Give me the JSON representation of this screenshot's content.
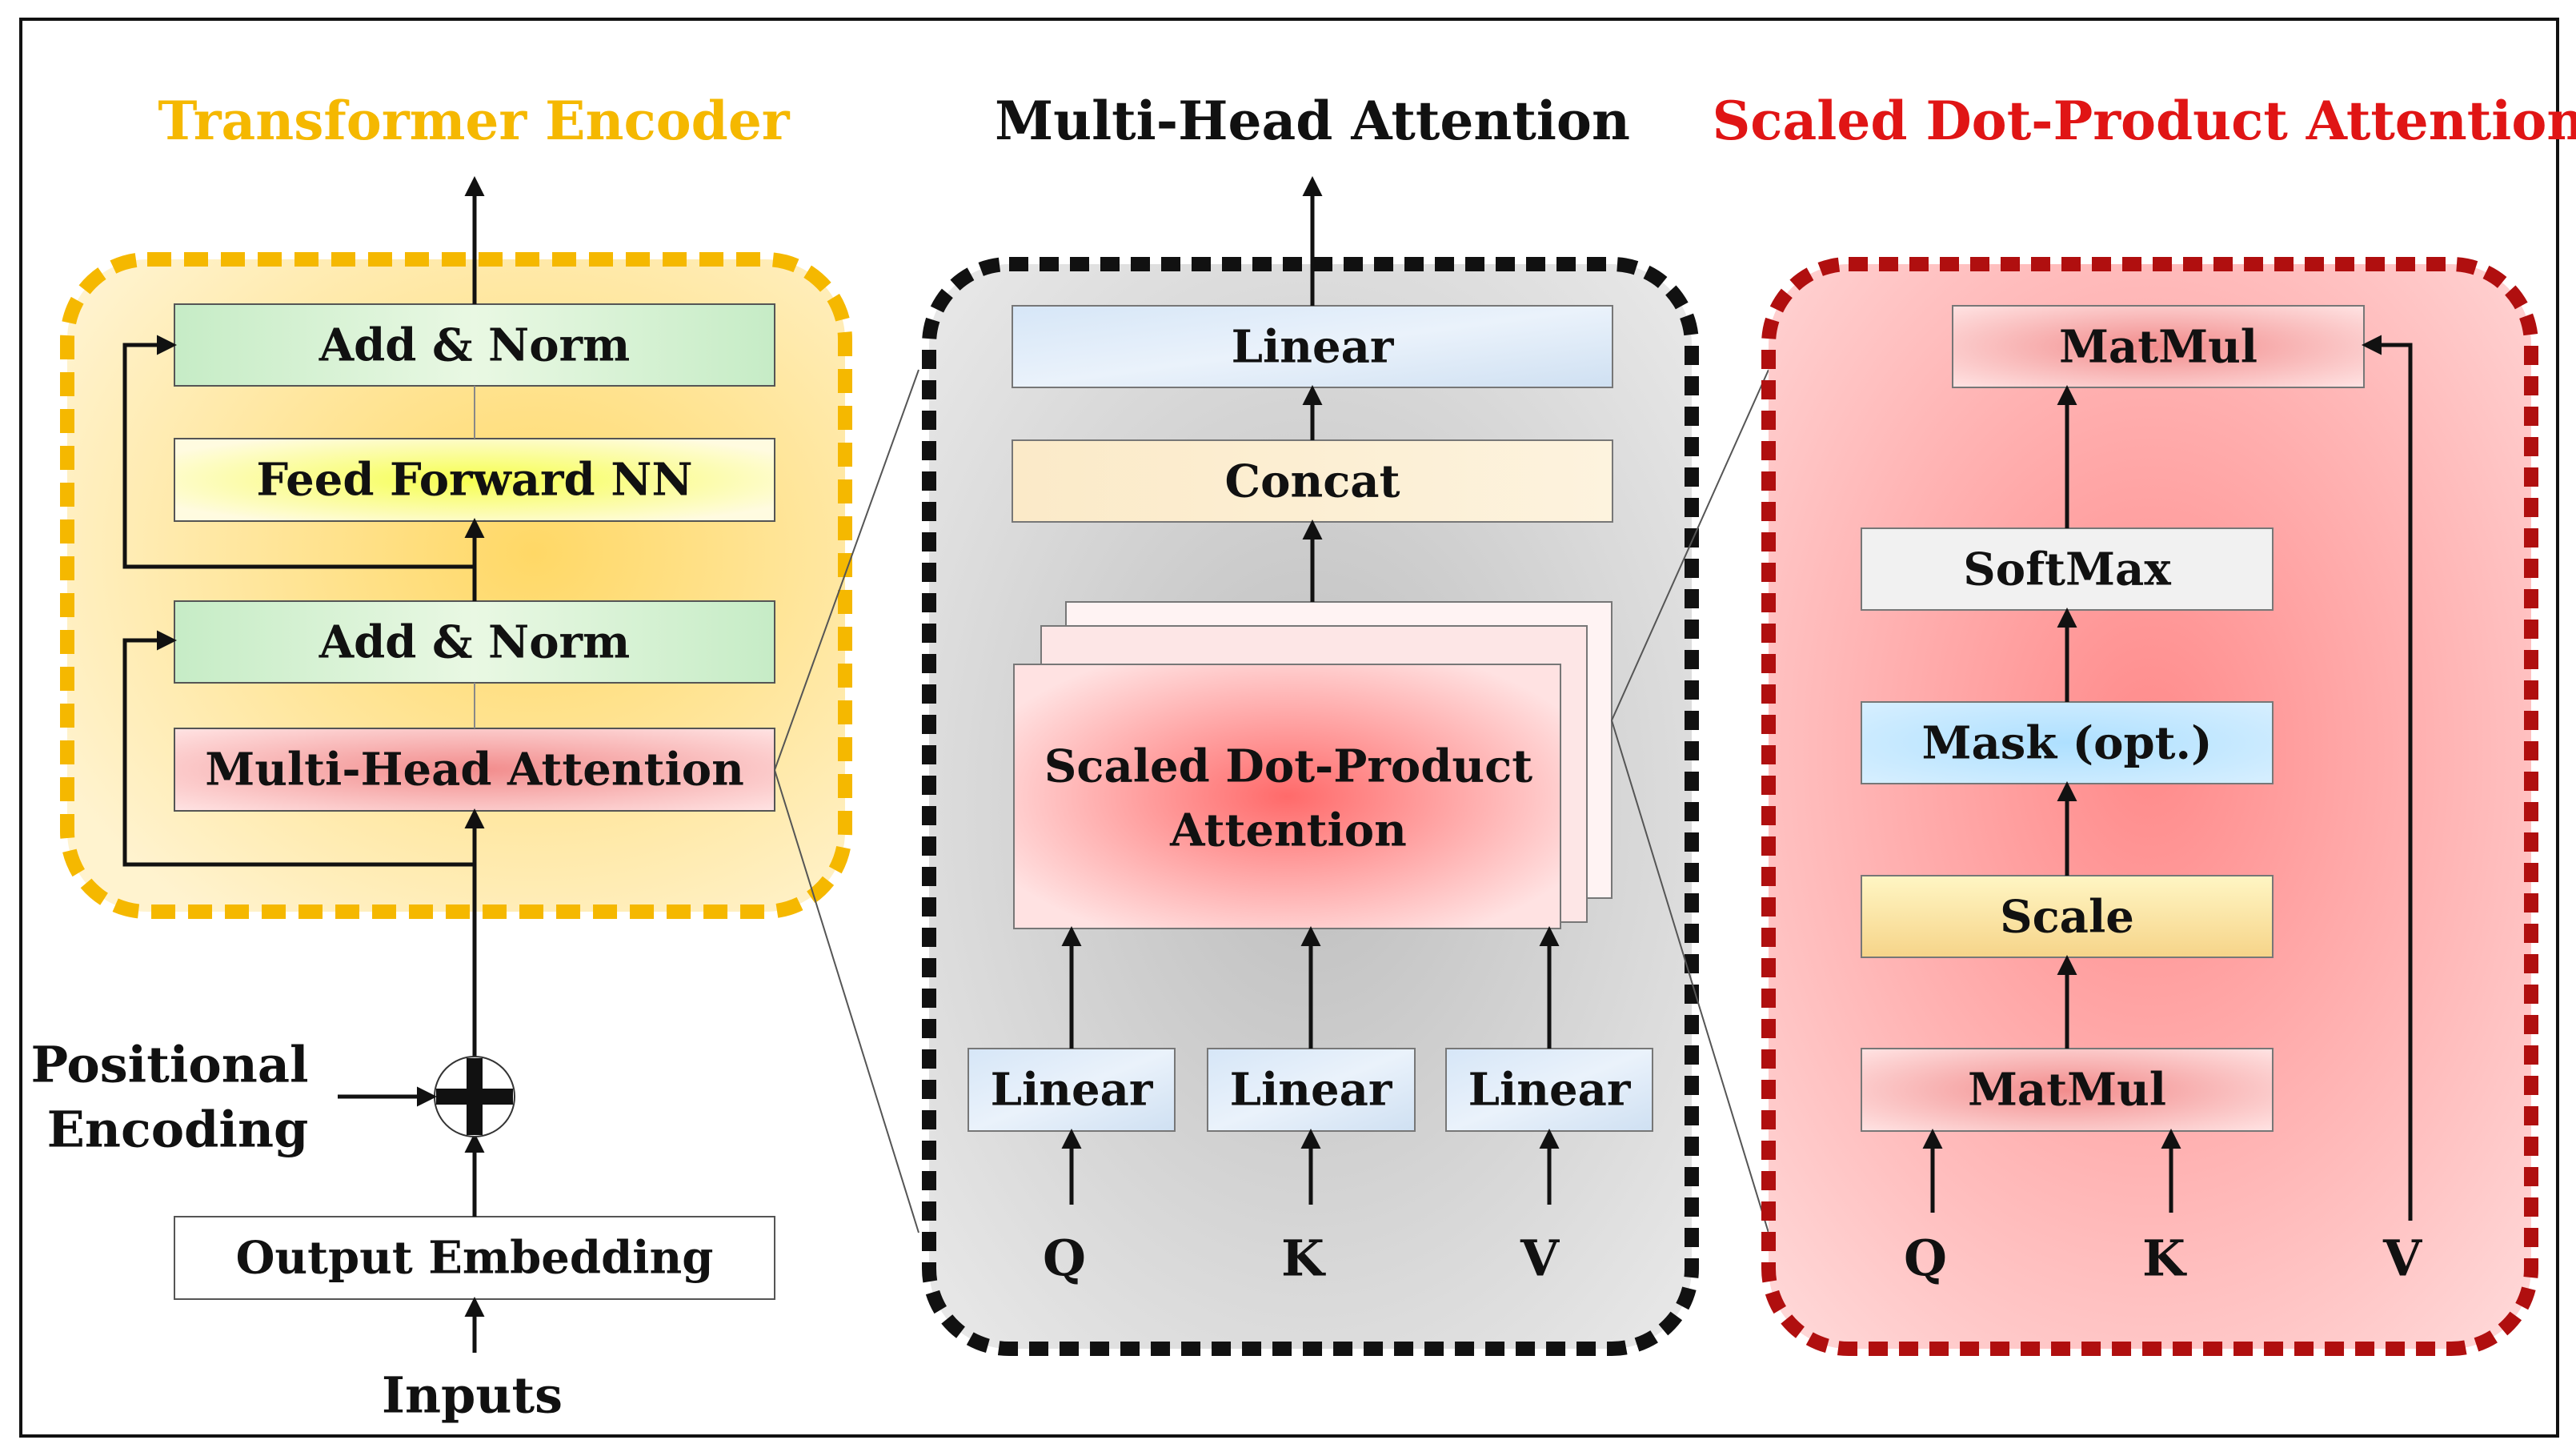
{
  "panels": {
    "encoder": {
      "title": "Transformer Encoder",
      "title_color": "#f5b800",
      "blocks": {
        "add_norm_top": "Add & Norm",
        "feed_forward": "Feed Forward NN",
        "add_norm_bottom": "Add & Norm",
        "mha": "Multi-Head Attention"
      },
      "positional_encoding": [
        "Positional",
        "Encoding"
      ],
      "output_embedding": "Output Embedding",
      "inputs": "Inputs",
      "border_color": "#f5b800"
    },
    "multi_head": {
      "title": "Multi-Head Attention",
      "title_color": "#111111",
      "blocks": {
        "linear_top": "Linear",
        "concat": "Concat",
        "sdpa": [
          "Scaled Dot-Product",
          "Attention"
        ],
        "linear_q": "Linear",
        "linear_k": "Linear",
        "linear_v": "Linear"
      },
      "inputs": [
        "Q",
        "K",
        "V"
      ],
      "border_color": "#111111"
    },
    "scaled_dot": {
      "title": "Scaled Dot-Product Attention",
      "title_color": "#e01515",
      "blocks": {
        "matmul_top": "MatMul",
        "softmax": "SoftMax",
        "mask": "Mask (opt.)",
        "scale": "Scale",
        "matmul_bottom": "MatMul"
      },
      "inputs": [
        "Q",
        "K",
        "V"
      ],
      "border_color": "#b00f0f"
    }
  }
}
